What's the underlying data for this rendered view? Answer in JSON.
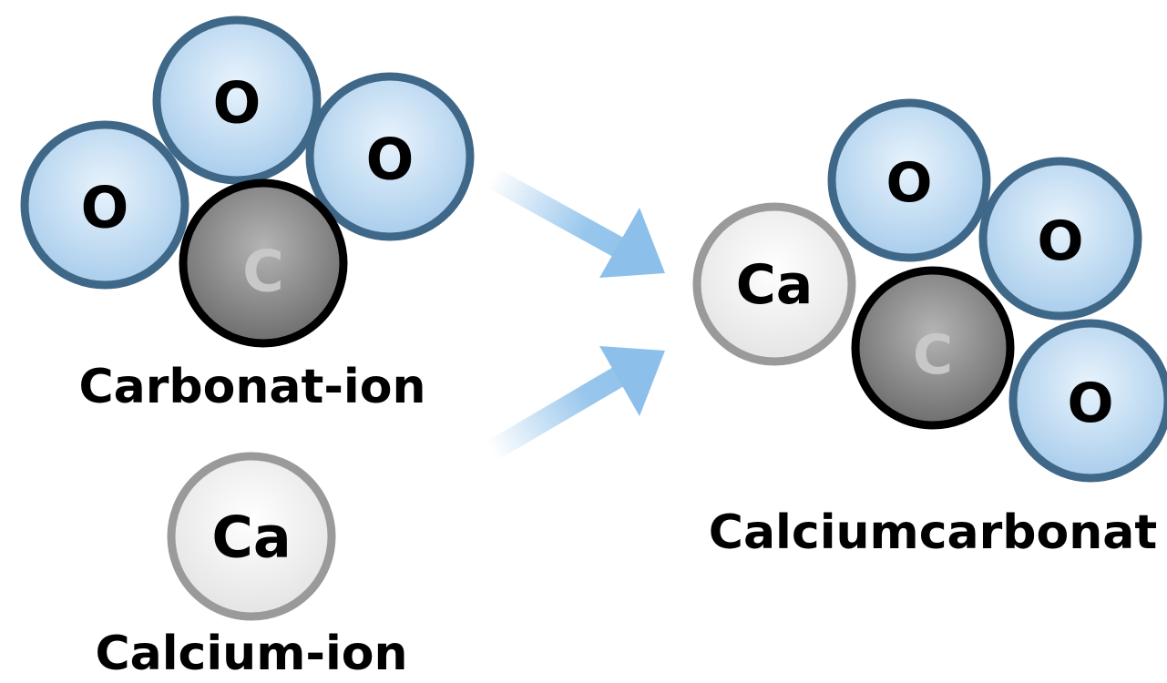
{
  "captions": {
    "carbonate_ion": "Carbonat-ion",
    "calcium_ion": "Calcium-ion",
    "calcium_carbonate": "Calciumcarbonat"
  },
  "atoms": {
    "oxygen": "O",
    "carbon": "C",
    "calcium": "Ca"
  },
  "colors": {
    "oxygen_fill": "#b7d6ef",
    "oxygen_stroke": "#3f6888",
    "carbon_fill": "#8a8a8a",
    "carbon_stroke": "#000000",
    "calcium_fill": "#f2f2f2",
    "calcium_stroke": "#9a9a9a",
    "arrow": "#8cc0ea"
  }
}
